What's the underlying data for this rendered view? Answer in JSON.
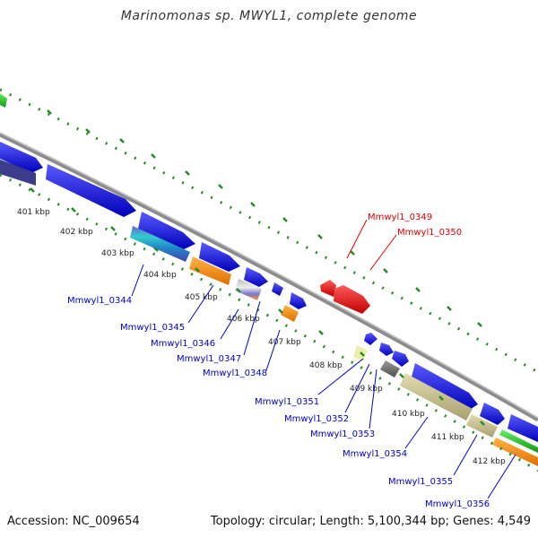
{
  "title": "Marinomonas sp. MWYL1, complete genome",
  "footer": {
    "accession": "Accession: NC_009654",
    "summary": "Topology: circular; Length: 5,100,344 bp; Genes: 4,549"
  },
  "ticks": [
    "401 kbp",
    "402 kbp",
    "403 kbp",
    "404 kbp",
    "405 kbp",
    "406 kbp",
    "407 kbp",
    "408 kbp",
    "409 kbp",
    "410 kbp",
    "411 kbp",
    "412 kbp"
  ],
  "gene_labels": {
    "g0344": "Mmwyl1_0344",
    "g0345": "Mmwyl1_0345",
    "g0346": "Mmwyl1_0346",
    "g0347": "Mmwyl1_0347",
    "g0348": "Mmwyl1_0348",
    "g0349": "Mmwyl1_0349",
    "g0350": "Mmwyl1_0350",
    "g0351": "Mmwyl1_0351",
    "g0352": "Mmwyl1_0352",
    "g0353": "Mmwyl1_0353",
    "g0354": "Mmwyl1_0354",
    "g0355": "Mmwyl1_0355",
    "g0356": "Mmwyl1_0356"
  },
  "colors": {
    "backbone": "#8c8c8c",
    "forward_gene": "#1010ee",
    "reverse_gene": "#ee1111",
    "dots": "#228b22",
    "label_blue": "#0000cc",
    "label_red": "#dd0000",
    "orange": "#ff8c00",
    "khaki": "#c8c08a",
    "gray": "#707070",
    "green": "#33cc33"
  }
}
